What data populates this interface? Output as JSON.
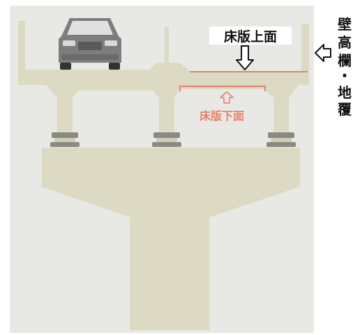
{
  "labels": {
    "slab_top": "床版上面",
    "slab_bottom": "床版下面",
    "railing_vertical": [
      "壁",
      "高",
      "欄",
      "・",
      "地",
      "覆"
    ]
  },
  "colors": {
    "background_panel": "#e8e8e5",
    "concrete": "#dcdac2",
    "concrete_shadow": "#cfcdb4",
    "highlight_red": "#e8806a",
    "text_black": "#111111",
    "car_body": "#7d7d7d",
    "bearing": "#8a8a84"
  },
  "icons": {
    "slab_top_arrow": "down-outline-arrow",
    "slab_bottom_arrow": "up-outline-arrow",
    "railing_arrow": "left-outline-arrow",
    "vehicle": "car-icon"
  }
}
